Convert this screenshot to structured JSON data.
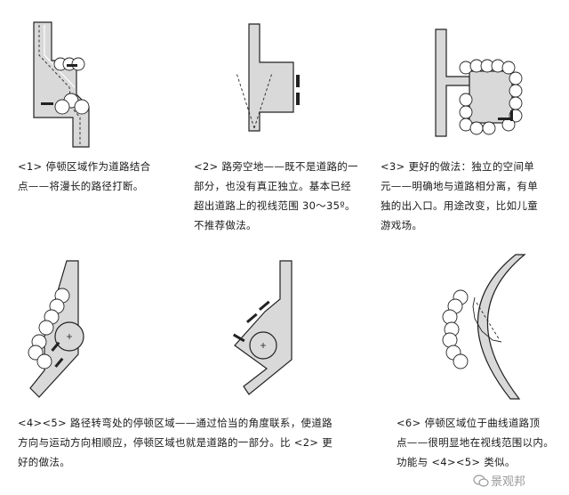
{
  "panels": [
    {
      "id": "1",
      "caption": [
        "<1> 停顿区域作为道路结合",
        "点——将漫长的路径打断。"
      ]
    },
    {
      "id": "2",
      "caption": [
        "<2> 路旁空地——既不是道路的一",
        "部分，也没有真正独立。基本已经",
        "超出道路上的视线范围 30～35º。",
        "不推荐做法。"
      ]
    },
    {
      "id": "3",
      "caption": [
        "<3> 更好的做法：独立的空间单",
        "元——明确地与道路相分离，有单",
        "独的出入口。用途改变，比如儿童",
        "游戏场。"
      ]
    },
    {
      "id": "45",
      "caption": [
        "<4><5> 路径转弯处的停顿区域——通过恰当的角度联系，使道路",
        "方向与运动方向相顺应，停顿区域也就是道路的一部分。比 <2> 更",
        "好的做法。"
      ]
    },
    {
      "id": "6",
      "caption": [
        "<6> 停顿区域位于曲线道路顶",
        "点——很明显地在视线范围以内。",
        "功能与 <4><5> 类似。"
      ]
    }
  ],
  "watermark": {
    "text": "景观邦",
    "icon": "wechat-icon"
  },
  "colors": {
    "fill": "#d9d9d9",
    "line": "#222222",
    "tree": "#ffffff"
  }
}
